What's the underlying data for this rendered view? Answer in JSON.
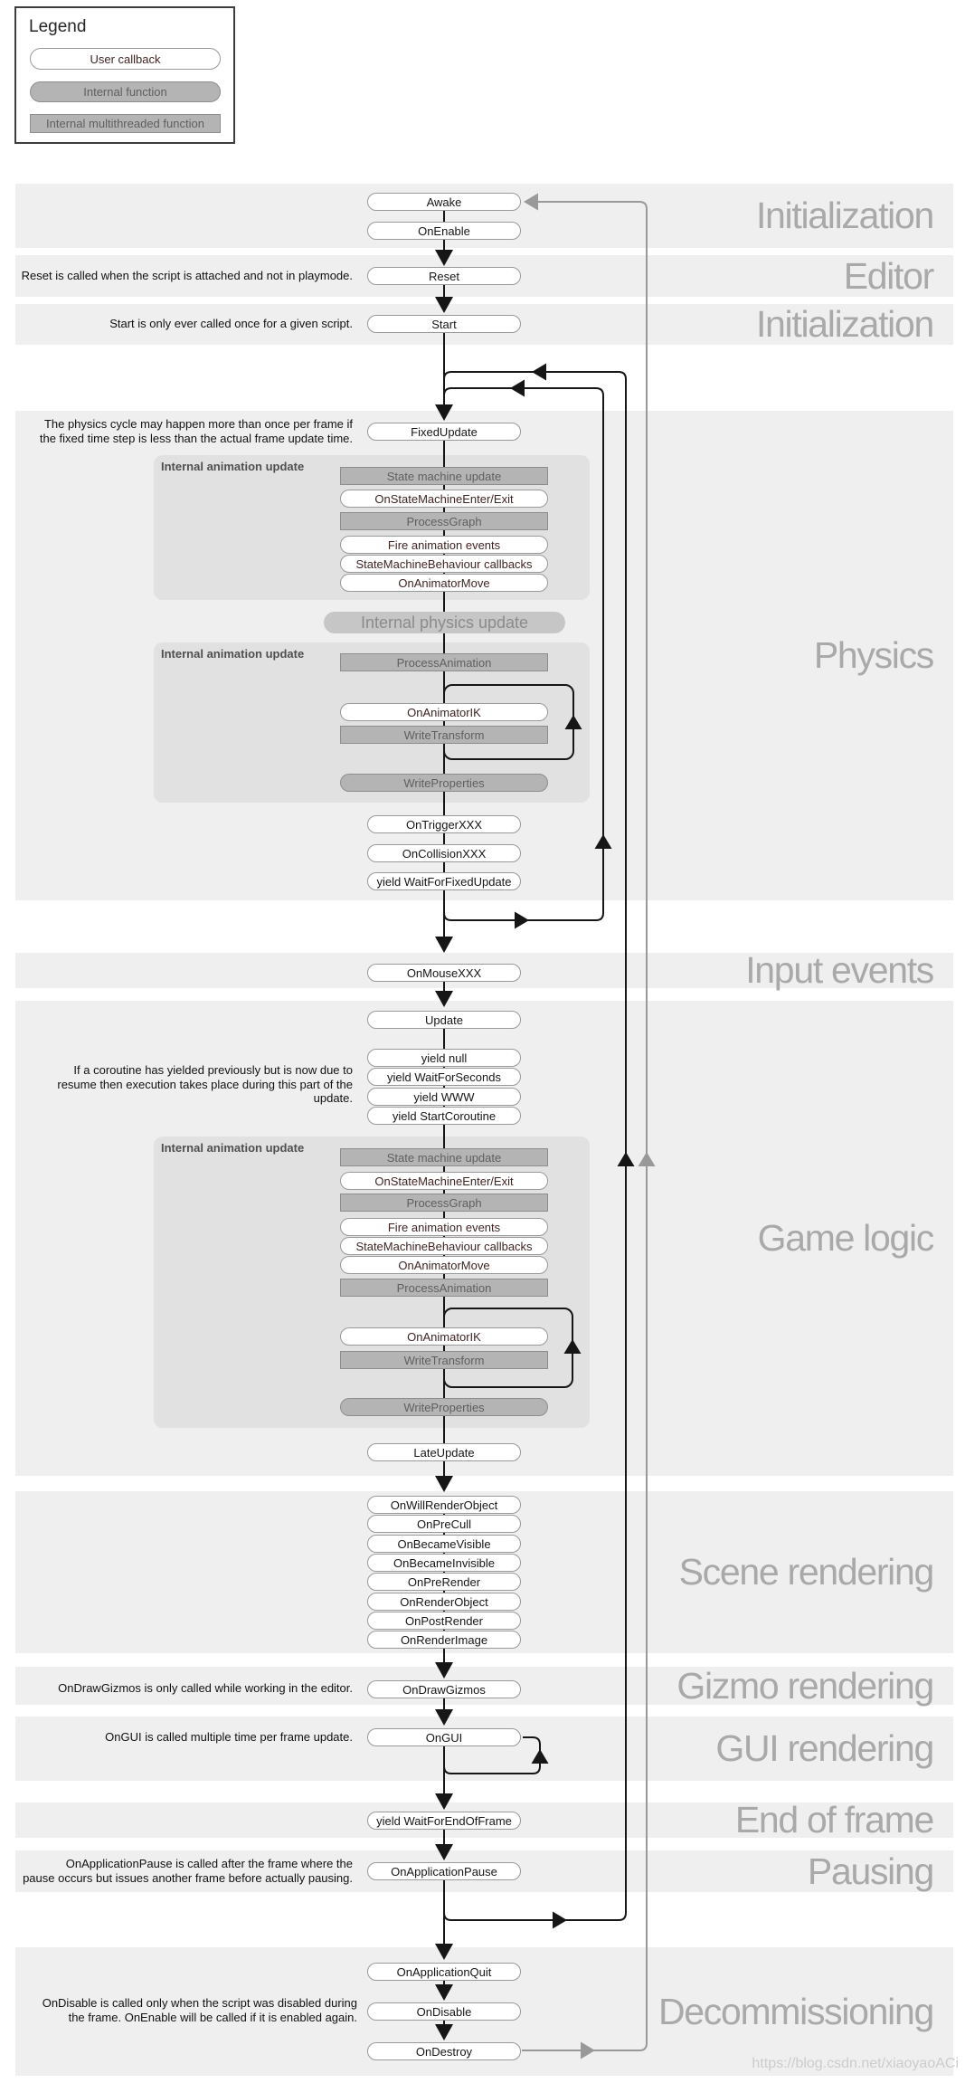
{
  "title": "Unity MonoBehaviour lifecycle flowchart",
  "colors": {
    "band": "#efefef",
    "inner_box": "#e1e1e1",
    "gray_node_fill": "#b4b4b4",
    "gray_node_border": "#8d8d8d",
    "white_node_border": "#999999",
    "node_text": "#161616",
    "callback_text": "#402424",
    "gray_node_text": "#5f5f5f",
    "section_label": "#a9a9a9",
    "line_black": "#161616",
    "line_gray": "#999999",
    "internal_physics_fill": "#c6c6c6",
    "internal_physics_text": "#8b8b8b",
    "box_label_text": "#4f4f4f",
    "watermark": "#cbcccd"
  },
  "legend": {
    "title": "Legend",
    "items": [
      {
        "label": "User callback",
        "type": "user-callback"
      },
      {
        "label": "Internal function",
        "type": "internal-function"
      },
      {
        "label": "Internal multithreaded function",
        "type": "internal-multithreaded-function"
      }
    ]
  },
  "sections": [
    "Initialization",
    "Editor",
    "Initialization",
    "Physics",
    "Input events",
    "Game logic",
    "Scene rendering",
    "Gizmo rendering",
    "GUI rendering",
    "End of frame",
    "Pausing",
    "Decommissioning"
  ],
  "notes": {
    "reset": [
      "Reset is called when the script is attached and not in playmode."
    ],
    "start": [
      "Start is only ever called once for a given script."
    ],
    "physics": [
      "The physics cycle may happen more than once per frame if",
      "the fixed time step is less than the actual frame update time."
    ],
    "coroutine": [
      "If a coroutine has yielded previously but is now due to",
      "resume then execution takes place during this part of the",
      "update."
    ],
    "gizmos": [
      "OnDrawGizmos is only called while working in the editor."
    ],
    "gui": [
      "OnGUI is called multiple time per frame update."
    ],
    "pause": [
      "OnApplicationPause is called after the frame where the",
      "pause occurs but issues another frame before actually pausing."
    ],
    "disable": [
      "OnDisable is called only when the script was disabled during",
      "the frame. OnEnable will be called if it is enabled again."
    ]
  },
  "nodes": {
    "awake": "Awake",
    "on_enable": "OnEnable",
    "reset": "Reset",
    "start": "Start",
    "fixed_update": "FixedUpdate",
    "on_trigger": "OnTriggerXXX",
    "on_collision": "OnCollisionXXX",
    "yield_wait_fixed": "yield WaitForFixedUpdate",
    "on_mouse": "OnMouseXXX",
    "update": "Update",
    "yield_null": "yield null",
    "yield_wait_seconds": "yield WaitForSeconds",
    "yield_www": "yield WWW",
    "yield_start_coroutine": "yield StartCoroutine",
    "late_update": "LateUpdate",
    "on_will_render_object": "OnWillRenderObject",
    "on_pre_cull": "OnPreCull",
    "on_became_visible": "OnBecameVisible",
    "on_became_invisible": "OnBecameInvisible",
    "on_pre_render": "OnPreRender",
    "on_render_object": "OnRenderObject",
    "on_post_render": "OnPostRender",
    "on_render_image": "OnRenderImage",
    "on_draw_gizmos": "OnDrawGizmos",
    "on_gui": "OnGUI",
    "yield_wait_end_frame": "yield WaitForEndOfFrame",
    "on_application_pause": "OnApplicationPause",
    "on_application_quit": "OnApplicationQuit",
    "on_disable": "OnDisable",
    "on_destroy": "OnDestroy"
  },
  "anim": {
    "box_label": "Internal animation update",
    "internal_physics": "Internal physics update",
    "state_machine_update": "State machine update",
    "on_state_machine_enter_exit": "OnStateMachineEnter/Exit",
    "process_graph": "ProcessGraph",
    "fire_animation_events": "Fire animation events",
    "state_machine_behaviour_callbacks": "StateMachineBehaviour callbacks",
    "on_animator_move": "OnAnimatorMove",
    "process_animation": "ProcessAnimation",
    "on_animator_ik": "OnAnimatorIK",
    "write_transform": "WriteTransform",
    "write_properties": "WriteProperties"
  },
  "watermark": "https://blog.csdn.net/xiaoyaoACi"
}
